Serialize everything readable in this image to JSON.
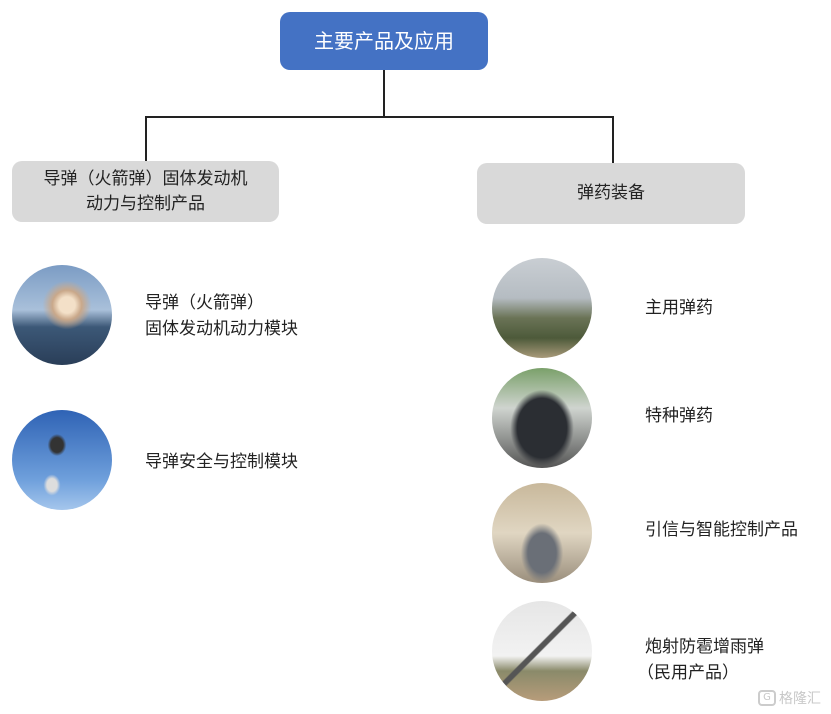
{
  "root": {
    "label": "主要产品及应用"
  },
  "categories": [
    {
      "label_line1": "导弹（火箭弹）固体发动机",
      "label_line2": "动力与控制产品",
      "items": [
        {
          "line1": "导弹（火箭弹）",
          "line2": "固体发动机动力模块",
          "image": "missile-launch"
        },
        {
          "line1": "导弹安全与控制模块",
          "image": "jet-and-missile"
        }
      ]
    },
    {
      "label_line1": "弹药装备",
      "items": [
        {
          "line1": "主用弹药",
          "image": "anti-aircraft-guns"
        },
        {
          "line1": "特种弹药",
          "image": "armored-vehicle"
        },
        {
          "line1": "引信与智能控制产品",
          "image": "fuze-product"
        },
        {
          "line1": "炮射防雹增雨弹",
          "line2": "（民用产品）",
          "image": "artillery-gun"
        }
      ]
    }
  ],
  "watermark": {
    "text": "格隆汇"
  },
  "colors": {
    "root": "#4472c4",
    "category": "#d9d9d9"
  }
}
